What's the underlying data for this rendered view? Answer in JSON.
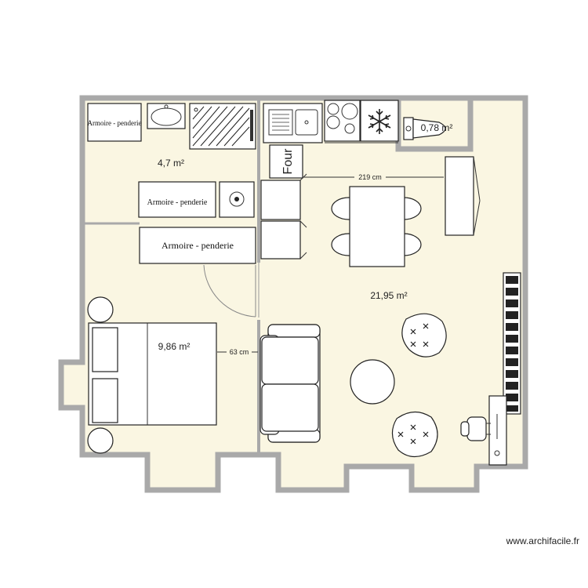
{
  "rooms": {
    "bathroom_area": "4,7 m²",
    "wc_area": "0,78 m²",
    "bedroom_area": "9,86 m²",
    "living_area": "21,95 m²"
  },
  "furniture": {
    "wardrobe_label": "Armoire - penderie",
    "oven_label": "Four"
  },
  "dimensions": {
    "kitchen_width": "219 cm",
    "bed_clearance": "63 cm"
  },
  "watermark": "www.archifacile.fr",
  "colors": {
    "floor": "#faf6e2",
    "wall": "#a9a9a9",
    "furniture": "#ffffff"
  }
}
